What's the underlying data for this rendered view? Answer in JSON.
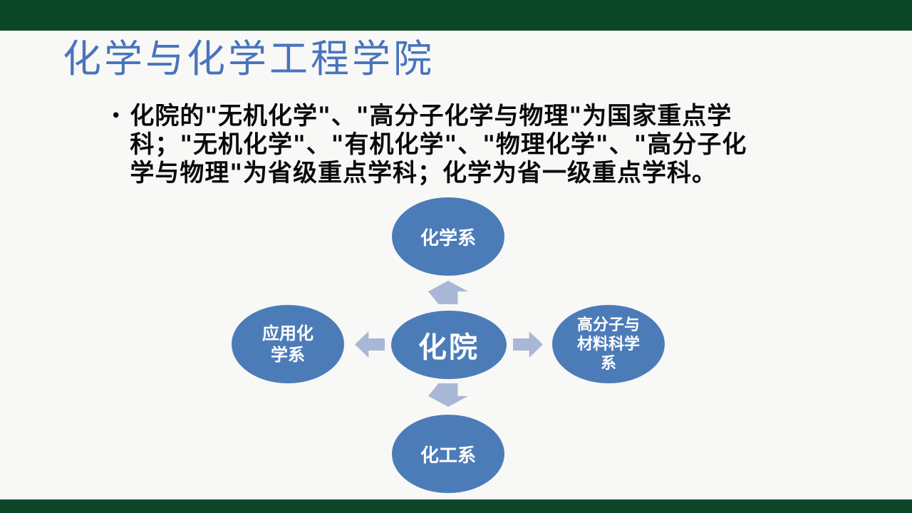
{
  "slide": {
    "title": "化学与化学工程学院",
    "bullet_glyph": "•",
    "body_text": "化院的\"无机化学\"、\"高分子化学与物理\"为国家重点学\n科；\"无机化学\"、\"有机化学\"、\"物理化学\"、\"高分子化\n学与物理\"为省级重点学科；化学为省一级重点学科。"
  },
  "diagram": {
    "type": "radial-hub",
    "center": {
      "label": "化院"
    },
    "nodes": [
      {
        "position": "top",
        "label": "化学系"
      },
      {
        "position": "left",
        "label": "应用化\n学系"
      },
      {
        "position": "right",
        "label": "高分子与\n材料科学\n系"
      },
      {
        "position": "bottom",
        "label": "化工系"
      }
    ],
    "arrows": [
      {
        "direction": "up",
        "from": "化院",
        "to": "化学系"
      },
      {
        "direction": "left",
        "from": "化院",
        "to": "应用化学系"
      },
      {
        "direction": "right",
        "from": "化院",
        "to": "高分子与材料科学系"
      },
      {
        "direction": "down",
        "from": "化院",
        "to": "化工系"
      }
    ]
  },
  "colors": {
    "bar_green": "#0C4827",
    "background": "#F8F8F7",
    "title_blue": "#4874BC",
    "ellipse_blue": "#4C7CB8",
    "arrow_blue": "#A8B7D5",
    "node_text": "#FFFFFF",
    "body_text": "#0A0A0A"
  }
}
